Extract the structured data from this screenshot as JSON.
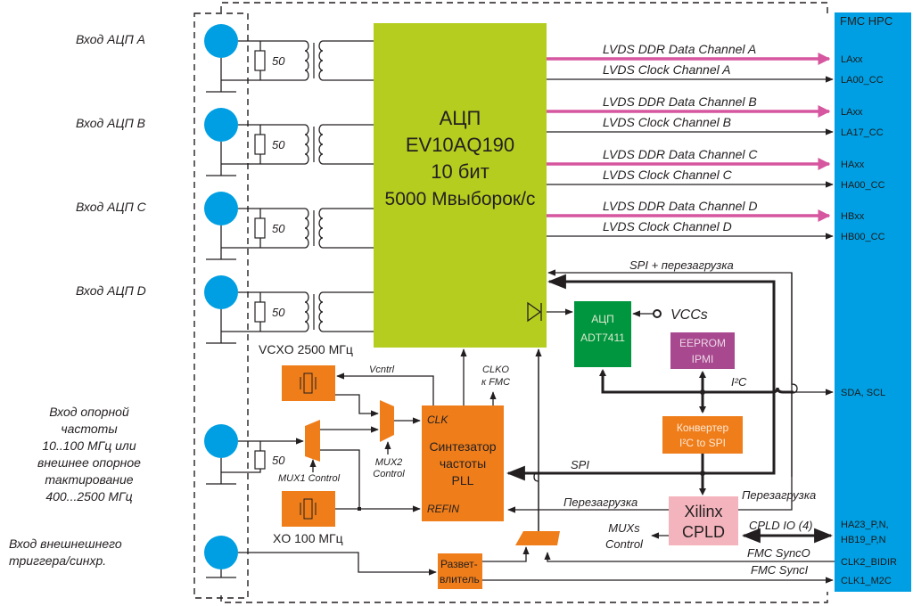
{
  "title": "Block diagram: FMC ADC module EV10AQ190",
  "colors": {
    "adc_main": "#b5cd1f",
    "fmc": "#009fe3",
    "orange": "#ef7d1a",
    "green": "#00963f",
    "eeprom": "#a8488f",
    "cpld": "#f4b4bd",
    "lvds": "#d6569f",
    "connector": "#009fe3"
  },
  "inputs": {
    "a": "Вход АЦП A",
    "b": "Вход АЦП B",
    "c": "Вход АЦП C",
    "d": "Вход АЦП D",
    "ref": [
      "Вход опорной",
      "частоты",
      "10..100 МГц или",
      "внешнее опорное",
      "тактирование",
      "400...2500 МГц"
    ],
    "trig": [
      "Вход внешнешнего",
      "триггера/синхр."
    ]
  },
  "resistor_value": "50",
  "adc": {
    "lines": [
      "АЦП",
      "EV10AQ190",
      "10 бит",
      "5000 Мвыборок/с"
    ]
  },
  "fmc": {
    "title": "FMC  HPC",
    "pins": {
      "laxx_a": "LAxx",
      "la00": "LA00_CC",
      "laxx_b": "LAxx",
      "la17": "LA17_CC",
      "haxx": "HAxx",
      "ha00": "HA00_CC",
      "hbxx": "HBxx",
      "hb00": "HB00_CC",
      "sda": "SDA, SCL",
      "ha23": "HA23_P,N,",
      "hb19": "HB19_P,N",
      "clk2": "CLK2_BIDIR",
      "clk1": "CLK1_M2C"
    }
  },
  "channels": {
    "data_a": "LVDS DDR Data Channel A",
    "clk_a": "LVDS Clock Channel A",
    "data_b": "LVDS DDR Data Channel B",
    "clk_b": "LVDS Clock Channel B",
    "data_c": "LVDS DDR Data Channel C",
    "clk_c": "LVDS Clock Channel C",
    "data_d": "LVDS DDR Data Channel D",
    "clk_d": "LVDS Clock Channel D"
  },
  "signals": {
    "spi_reload": "SPI + перезагрузка",
    "vccs": "VCCs",
    "i2c": "I²C",
    "spi": "SPI",
    "reload_left": "Перезагрузка",
    "reload_right": "Перезагрузка",
    "cpld_io": "CPLD IO (4)",
    "muxs_control": [
      "MUXs",
      "Control"
    ],
    "fmc_synco": "FMC SyncO",
    "fmc_synci": "FMC SyncI",
    "vcntrl": "Vcntrl",
    "clko": [
      "CLKO",
      "к FMC"
    ],
    "mux1_control": "MUX1 Control",
    "mux2_control": [
      "MUX2",
      "Control"
    ]
  },
  "blocks": {
    "adt7411": [
      "АЦП",
      "ADT7411"
    ],
    "eeprom": [
      "EEPROM",
      "IPMI"
    ],
    "converter": [
      "Конвертер",
      "I²C to SPI"
    ],
    "cpld": [
      "Xilinx",
      "CPLD"
    ],
    "pll": [
      "Синтезатор",
      "частоты",
      "PLL"
    ],
    "pll_clk": "CLK",
    "pll_refin": "REFIN",
    "vcxo": "VCXO 2500 МГц",
    "xo": "XO 100 МГц",
    "splitter": [
      "Развет-",
      "влитель"
    ]
  }
}
